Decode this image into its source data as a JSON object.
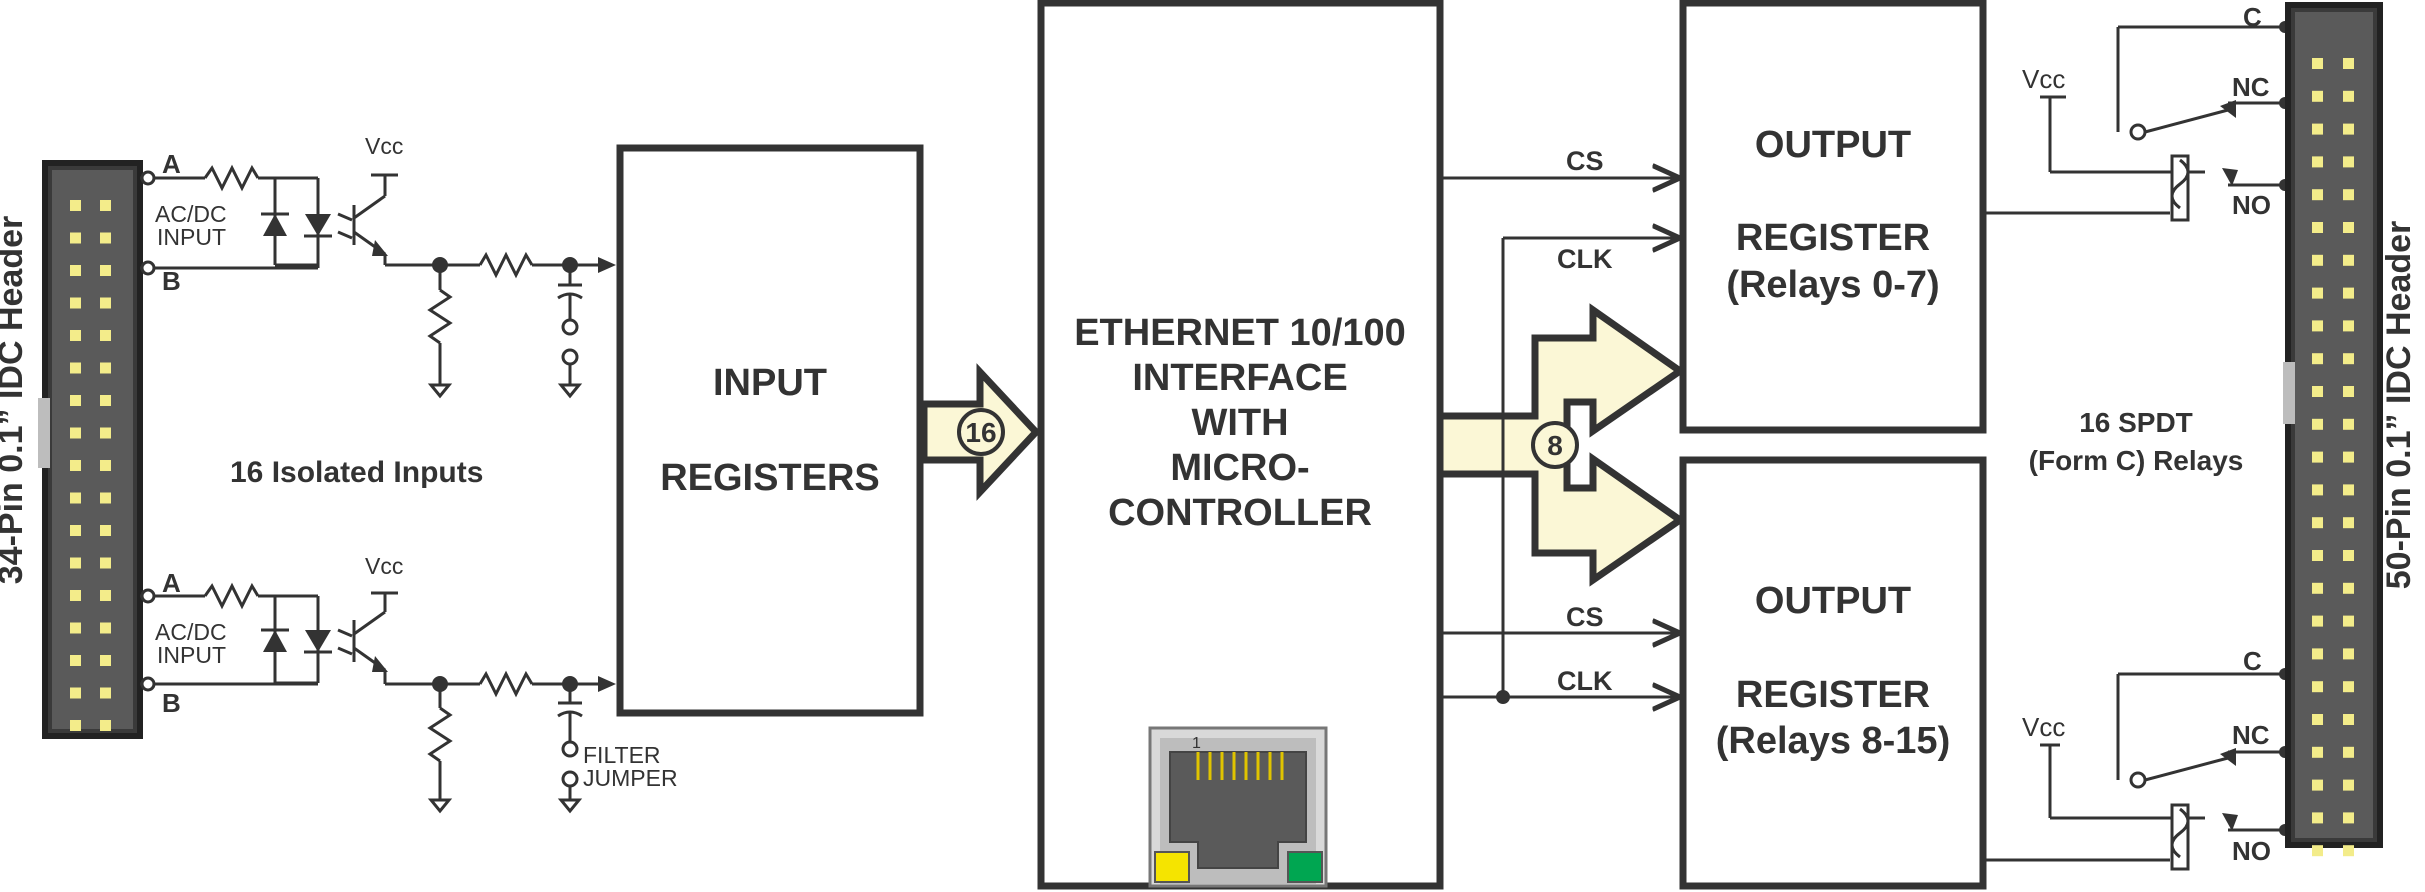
{
  "left_header": {
    "label": "34-Pin 0.1” IDC Header"
  },
  "right_header": {
    "label": "50-Pin 0.1” IDC Header"
  },
  "inputs": {
    "caption": "16 Isolated Inputs",
    "pin_a": "A",
    "pin_b": "B",
    "acdc_line1": "AC/DC",
    "acdc_line2": "INPUT",
    "vcc": "Vcc",
    "filter_line1": "FILTER",
    "filter_line2": "JUMPER"
  },
  "input_registers": {
    "line1": "INPUT",
    "line2": "REGISTERS"
  },
  "bus_in": {
    "width": "16"
  },
  "bus_out": {
    "width": "8"
  },
  "ethernet": {
    "line1": "ETHERNET 10/100",
    "line2": "INTERFACE",
    "line3": "WITH",
    "line4": "MICRO-",
    "line5": "CONTROLLER",
    "jack_pin": "1"
  },
  "output_register_1": {
    "line1": "OUTPUT",
    "line2": "REGISTER",
    "line3": "(Relays 0-7)"
  },
  "output_register_2": {
    "line1": "OUTPUT",
    "line2": "REGISTER",
    "line3": "(Relays 8-15)"
  },
  "signals": {
    "cs": "CS",
    "clk": "CLK"
  },
  "relays": {
    "caption_line1": "16 SPDT",
    "caption_line2": "(Form C) Relays",
    "c": "C",
    "nc": "NC",
    "no": "NO",
    "vcc": "Vcc"
  },
  "colors": {
    "line": "#333333",
    "bus_fill": "#fbf7d6",
    "header_body": "#4a4a4a",
    "header_pin": "#f3ec8a",
    "led_yellow": "#f5e400",
    "led_green": "#00a651"
  }
}
